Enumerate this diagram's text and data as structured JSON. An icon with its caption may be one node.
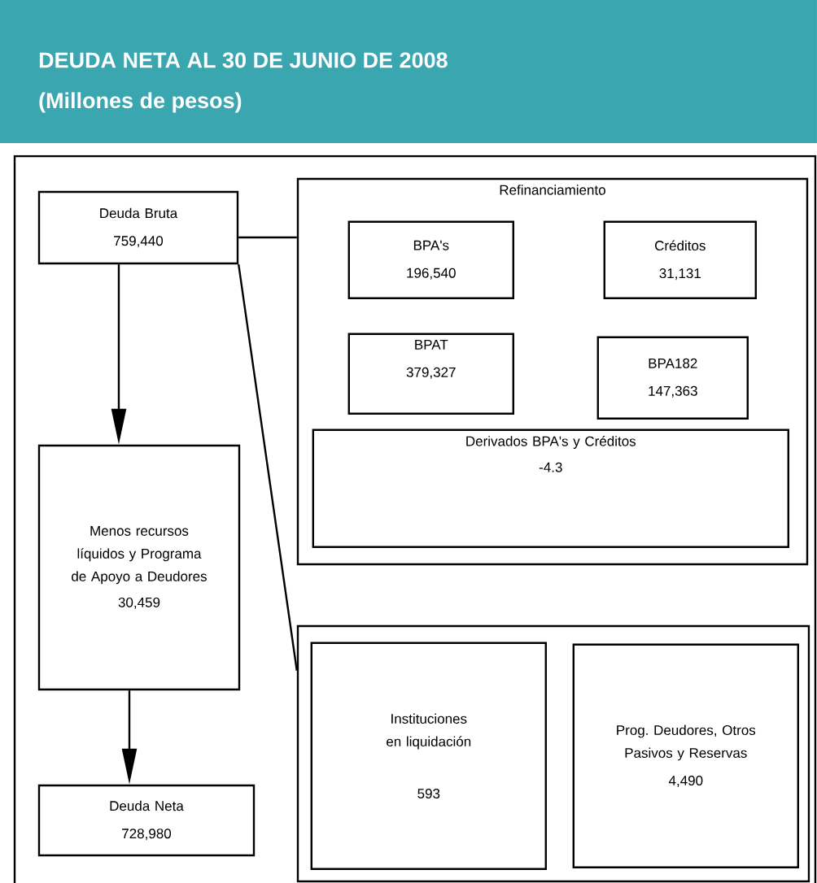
{
  "diagram": {
    "title": "DEUDA NETA  AL 30 DE JUNIO DE 2008",
    "nodes": [
      {
        "text": [
          "Deuda Bruta",
          "759,440"
        ]
      },
      {
        "text": [
          "Refinanciamiento"
        ]
      },
      {
        "text": [
          "BPA's",
          "196,540"
        ],
        "in": 1
      },
      {
        "text": [
          "Créditos",
          "31,131"
        ],
        "in": 1
      },
      {
        "text": [
          "BPAT",
          "379,327"
        ],
        "in": 1
      },
      {
        "text": [
          "BPA182",
          "147,363"
        ],
        "in": 1
      },
      {
        "text": [
          "Derivados BPA's y Créditos",
          "-4.3"
        ],
        "in": 1
      },
      {
        "text": [
          "Menos recursos líquidos y Programa de Apoyo a Deudores",
          "30,459"
        ]
      },
      {
        "text": [],
        "shape": "box"
      },
      {
        "text": [
          "Instituciones en liquidación",
          "593"
        ],
        "in": 8
      },
      {
        "text": [
          "Prog. Deudores, Otros Pasivos y Reservas",
          "4,490"
        ],
        "in": 8
      },
      {
        "text": [
          "Deuda Neta",
          "728,980"
        ]
      }
    ],
    "edges": [
      {
        "from": 0,
        "to": 1,
        "arrow": "none"
      },
      {
        "from": 0,
        "to": 8,
        "arrow": "none"
      },
      {
        "from": 0,
        "to": 7,
        "arrow": "to"
      },
      {
        "from": 7,
        "to": 11,
        "arrow": "to"
      }
    ],
    "labels": [
      "(Millones de pesos)"
    ]
  }
}
